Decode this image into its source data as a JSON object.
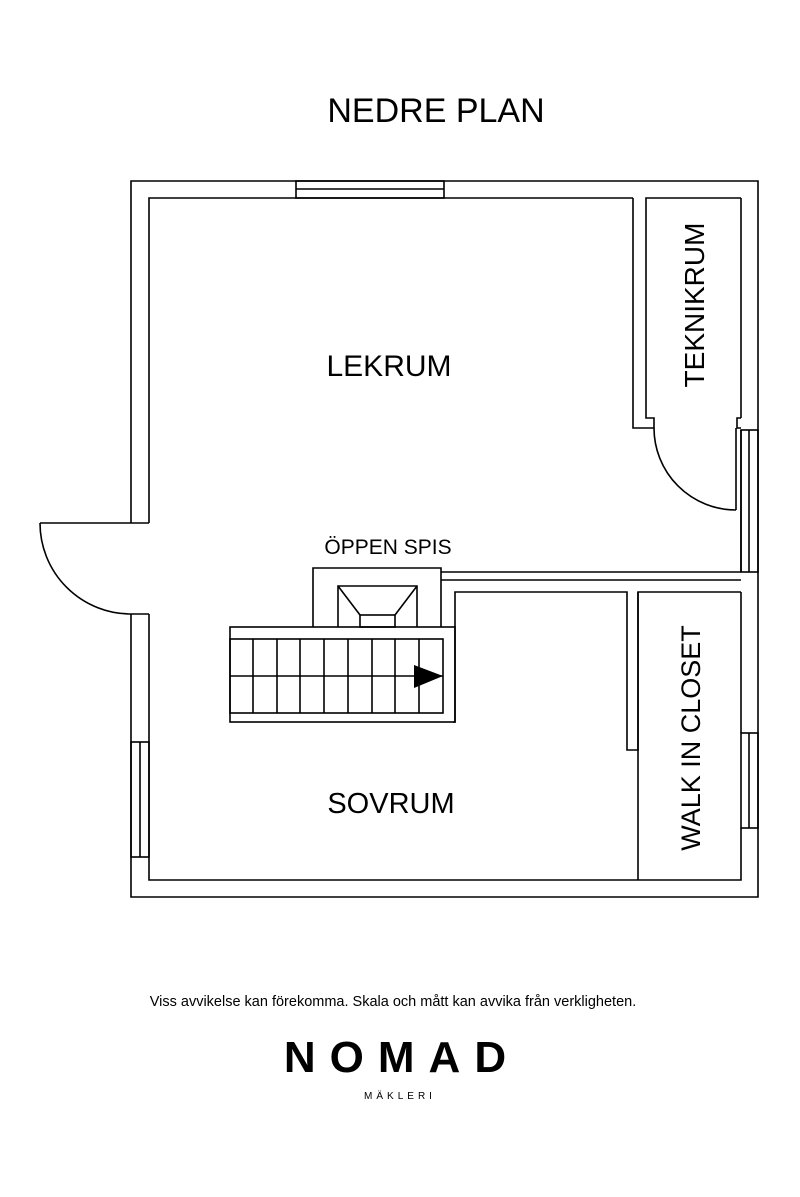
{
  "title": "NEDRE PLAN",
  "rooms": {
    "lekrum": "LEKRUM",
    "teknikrum": "TEKNIKRUM",
    "oppen_spis": "ÖPPEN SPIS",
    "sovrum": "SOVRUM",
    "walk_in_closet": "WALK IN CLOSET"
  },
  "disclaimer": "Viss avvikelse kan förekomma. Skala och mått kan avvika från verkligheten.",
  "logo": {
    "name": "NOMAD",
    "subtitle": "MÄKLERI"
  }
}
